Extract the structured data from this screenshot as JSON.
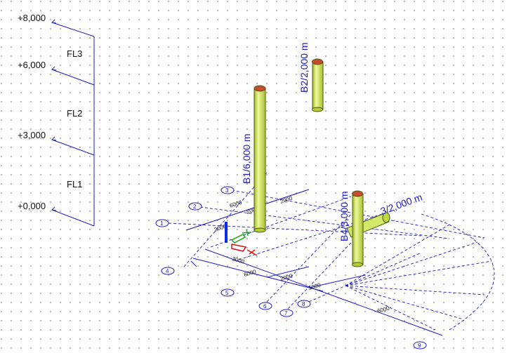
{
  "levels": [
    {
      "value": "+8,000",
      "name": ""
    },
    {
      "value": "+6,000",
      "name": "FL3"
    },
    {
      "value": "+3,000",
      "name": "FL2"
    },
    {
      "value": "+0,000",
      "name": "FL1"
    }
  ],
  "members": {
    "b1": "B1/6,000 m",
    "b2": "B2/2,000 m",
    "b3": "3/2,000 m",
    "b4": "B4/3,000 m"
  },
  "dimensions": {
    "d1": "3000",
    "d2": "6000",
    "d3": "2000",
    "d4": "2000",
    "d5": "1000",
    "d6": "6000",
    "d7": "2000",
    "d8": "2000",
    "d9": "6000"
  },
  "gridAxes": [
    "1",
    "2",
    "3",
    "4",
    "5",
    "6",
    "7",
    "8",
    "9"
  ],
  "colors": {
    "member": "#dcef6f",
    "memberStroke": "#4a5a10",
    "gridLine": "#1a1acc",
    "dots": "#555555"
  }
}
